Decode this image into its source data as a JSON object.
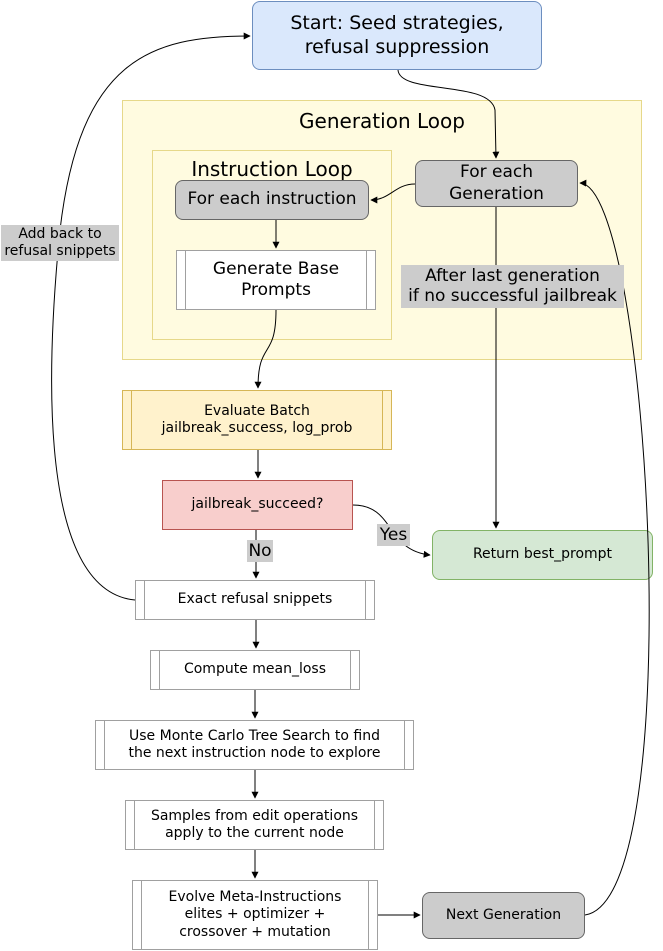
{
  "nodes": {
    "start": {
      "line1": "Start: Seed strategies,",
      "line2": "refusal suppression"
    },
    "generation_loop_title": "Generation Loop",
    "instruction_loop_title": "Instruction Loop",
    "for_each_instruction": "For each instruction",
    "for_each_generation": {
      "line1": "For each",
      "line2": "Generation"
    },
    "generate_base": {
      "line1": "Generate Base",
      "line2": "Prompts"
    },
    "evaluate_batch": {
      "line1": "Evaluate Batch",
      "line2": "jailbreak_success, log_prob"
    },
    "decision": "jailbreak_succeed?",
    "return_best": "Return best_prompt",
    "exact_refusal": "Exact refusal snippets",
    "compute_mean": "Compute mean_loss",
    "mcts": {
      "line1": "Use Monte Carlo Tree Search to find",
      "line2": "the next instruction node to explore"
    },
    "samples": {
      "line1": "Samples from edit operations",
      "line2": "apply to the current node"
    },
    "evolve": {
      "line1": "Evolve Meta-Instructions",
      "line2": "elites + optimizer +",
      "line3": "crossover + mutation"
    },
    "next_generation": "Next Generation"
  },
  "edge_labels": {
    "add_back": {
      "line1": "Add back to",
      "line2": "refusal snippets"
    },
    "after_last": {
      "line1": "After last generation",
      "line2": "if no successful jailbreak"
    },
    "yes": "Yes",
    "no": "No"
  },
  "colors": {
    "start_fill": "#dae8fc",
    "start_stroke": "#6c8ebf",
    "loop_fill": "#fffbe0",
    "loop_stroke": "#e6d88a",
    "gray_fill": "#cccccc",
    "gray_stroke": "#666666",
    "evaluate_fill": "#fff2cc",
    "evaluate_stroke": "#d6b656",
    "decision_fill": "#f8cecc",
    "decision_stroke": "#b85450",
    "return_fill": "#d5e8d4",
    "return_stroke": "#82b366"
  }
}
